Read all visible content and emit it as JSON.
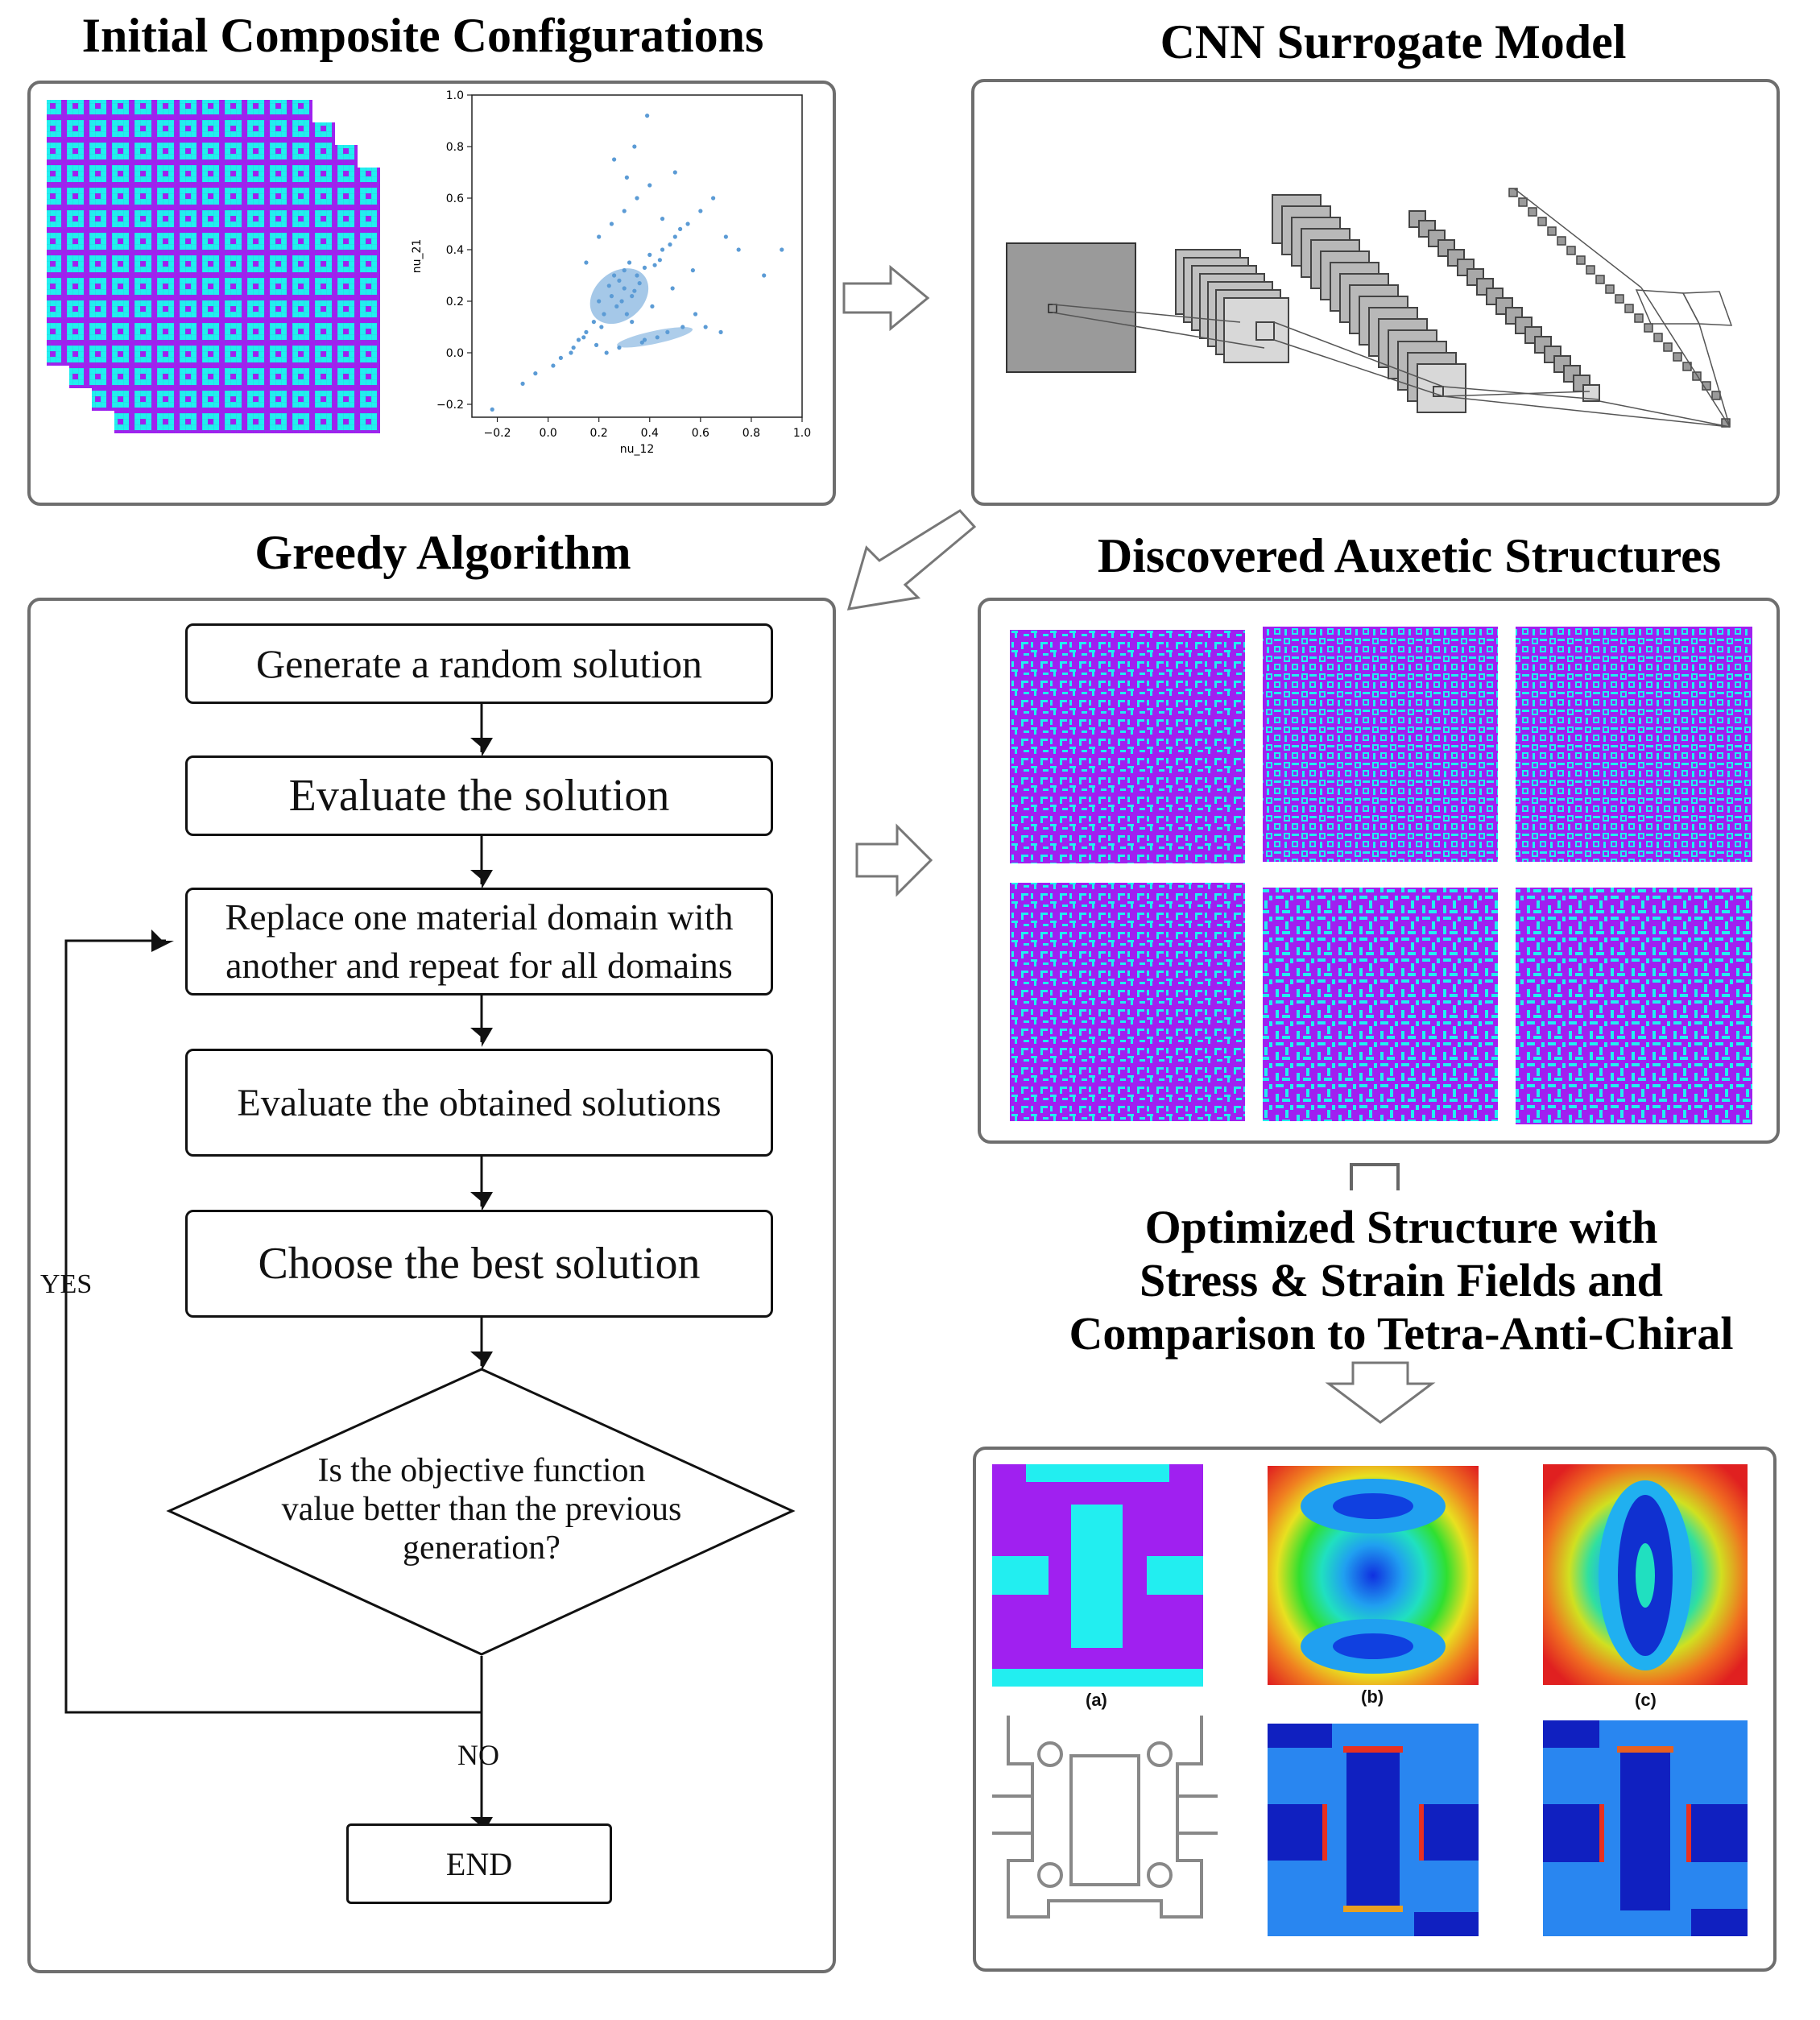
{
  "titles": {
    "initial": "Initial Composite Configurations",
    "cnn": "CNN Surrogate Model",
    "greedy": "Greedy Algorithm",
    "discovered": "Discovered Auxetic Structures",
    "optimized_line1": "Optimized Structure with",
    "optimized_line2": "Stress & Strain Fields and",
    "optimized_line3": "Comparison to Tetra-Anti-Chiral"
  },
  "flowchart": {
    "step1": "Generate a random solution",
    "step2": "Evaluate the solution",
    "step3_line1": "Replace one material domain with",
    "step3_line2": "another and repeat for all domains",
    "step4": "Evaluate the obtained solutions",
    "step5": "Choose the best solution",
    "decision_line1": "Is the objective function",
    "decision_line2": "value better than the previous",
    "decision_line3": "generation?",
    "yes": "YES",
    "no": "NO",
    "end": "END"
  },
  "figure_labels": {
    "a": "(a)",
    "b": "(b)",
    "c": "(c)"
  },
  "colors": {
    "cyan": "#22eef0",
    "purple": "#a020f0",
    "scatter": "#5b9bd5",
    "panel_border": "#6e6e6e"
  },
  "chart_data": {
    "type": "scatter",
    "xlabel": "nu_12",
    "ylabel": "nu_21",
    "xlim": [
      -0.3,
      1.0
    ],
    "ylim": [
      -0.25,
      1.0
    ],
    "xticks": [
      "−0.2",
      "0.0",
      "0.2",
      "0.4",
      "0.6",
      "0.8",
      "1.0"
    ],
    "yticks": [
      "−0.2",
      "0.0",
      "0.2",
      "0.4",
      "0.6",
      "0.8",
      "1.0"
    ],
    "x": [
      0.25,
      0.3,
      0.35,
      0.2,
      0.28,
      0.32,
      0.22,
      0.4,
      0.38,
      0.18,
      0.27,
      0.33,
      0.45,
      0.5,
      0.15,
      0.12,
      0.3,
      0.36,
      0.42,
      0.24,
      0.29,
      0.31,
      0.26,
      0.34,
      0.21,
      0.55,
      0.6,
      0.65,
      0.48,
      0.52,
      0.44,
      0.1,
      0.05,
      0.02,
      -0.05,
      -0.1,
      -0.22,
      0.2,
      0.3,
      0.4,
      0.5,
      0.35,
      0.45,
      0.25,
      0.15,
      0.7,
      0.75,
      0.92,
      0.85,
      0.58,
      0.62,
      0.68,
      0.38,
      0.47,
      0.53,
      0.43,
      0.37,
      0.28,
      0.23,
      0.19,
      0.14,
      0.09,
      0.33,
      0.41,
      0.49,
      0.57,
      0.34,
      0.26,
      0.31,
      0.39
    ],
    "y": [
      0.22,
      0.25,
      0.3,
      0.2,
      0.28,
      0.35,
      0.15,
      0.38,
      0.33,
      0.12,
      0.18,
      0.22,
      0.4,
      0.45,
      0.08,
      0.05,
      0.32,
      0.27,
      0.34,
      0.26,
      0.2,
      0.15,
      0.3,
      0.24,
      0.1,
      0.5,
      0.55,
      0.6,
      0.42,
      0.48,
      0.36,
      0.02,
      -0.02,
      -0.05,
      -0.08,
      -0.12,
      -0.22,
      0.45,
      0.55,
      0.65,
      0.7,
      0.6,
      0.52,
      0.5,
      0.35,
      0.45,
      0.4,
      0.4,
      0.3,
      0.15,
      0.1,
      0.08,
      0.05,
      0.08,
      0.1,
      0.06,
      0.04,
      0.02,
      0.0,
      0.03,
      0.06,
      0.0,
      0.12,
      0.18,
      0.25,
      0.32,
      0.8,
      0.75,
      0.68,
      0.92
    ]
  }
}
